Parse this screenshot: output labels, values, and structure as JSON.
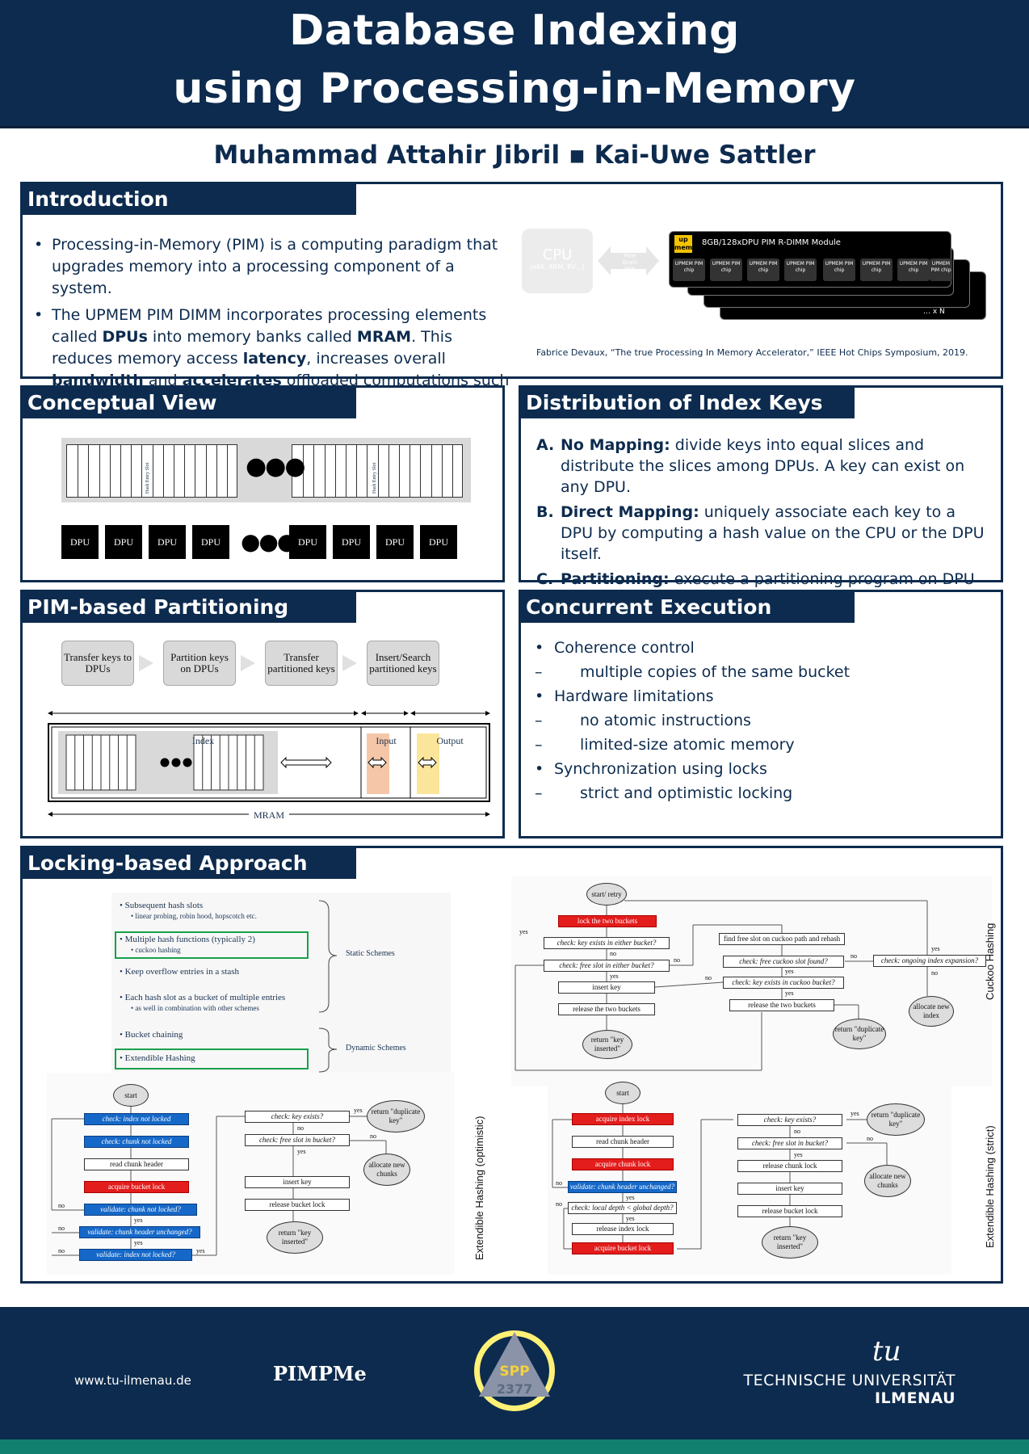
{
  "header": {
    "title_line1": "Database Indexing",
    "title_line2": "using Processing-in-Memory"
  },
  "authors": "Muhammad Attahir Jibril ▪ Kai-Uwe Sattler",
  "intro": {
    "title": "Introduction",
    "bullet1": "Processing-in-Memory (PIM) is a computing paradigm that upgrades memory into a processing component of a system.",
    "bullet2_a": "The UPMEM PIM DIMM incorporates processing elements called ",
    "bullet2_dpus": "DPUs",
    "bullet2_b": " into memory banks called ",
    "bullet2_mram": "MRAM",
    "bullet2_c": ". This reduces memory access ",
    "bullet2_latency": "latency",
    "bullet2_d": ", increases overall ",
    "bullet2_bandwidth": "bandwidth",
    "bullet2_e": " and ",
    "bullet2_accel": "accelerates",
    "bullet2_f": " offloaded computations such as database index operations.",
    "fig_cpu": "CPU",
    "fig_cpu_sub": "(x86, ARM, RV…)",
    "fig_link": "Fine Grain link",
    "fig_logo_top": "up",
    "fig_logo_bottom": "mem",
    "fig_module": "8GB/128xDPU PIM R-DIMM Module",
    "fig_chip": "UPMEM PIM chip",
    "fig_xn": "… x N",
    "citation": "Fabrice Devaux, “The true Processing In Memory Accelerator,” IEEE Hot Chips Symposium, 2019."
  },
  "conceptual": {
    "title": "Conceptual View",
    "slot_label": "Hash Entry Slot",
    "dpu": "DPU"
  },
  "distribution": {
    "title": "Distribution of Index Keys",
    "items": [
      {
        "letter": "A.",
        "head": "No Mapping:",
        "text": " divide keys into equal slices and distribute the slices among DPUs. A key can exist on any DPU."
      },
      {
        "letter": "B.",
        "head": "Direct Mapping:",
        "text": " uniquely associate each key to a DPU by computing a hash value on the CPU or the DPU itself."
      },
      {
        "letter": "C.",
        "head": "Partitioning:",
        "text": " execute a partitioning program on DPU and transfer each partition to a DPU."
      }
    ]
  },
  "partitioning": {
    "title": "PIM-based Partitioning",
    "steps": [
      "Transfer keys to DPUs",
      "Partition keys on DPUs",
      "Transfer partitioned keys",
      "Insert/Search partitioned keys"
    ],
    "index": "Index",
    "input": "Input",
    "output": "Output",
    "mram": "MRAM"
  },
  "concurrent": {
    "title": "Concurrent Execution",
    "items": [
      {
        "mark": "•",
        "text": "Coherence control",
        "sub": false
      },
      {
        "mark": "–",
        "text": "multiple copies of the same bucket",
        "sub": true
      },
      {
        "mark": "•",
        "text": "Hardware limitations",
        "sub": false
      },
      {
        "mark": "–",
        "text": "no atomic instructions",
        "sub": true
      },
      {
        "mark": "–",
        "text": "limited-size atomic memory",
        "sub": true
      },
      {
        "mark": "•",
        "text": "Synchronization using locks",
        "sub": false
      },
      {
        "mark": "–",
        "text": "strict and optimistic locking",
        "sub": true
      }
    ]
  },
  "locking": {
    "title": "Locking-based Approach",
    "schemes": {
      "s1": "Subsequent hash slots",
      "s1sub": "linear probing, robin hood, hopscotch etc.",
      "s2": "Multiple hash functions (typically 2)",
      "s2sub": "cuckoo hashing",
      "s3": "Keep overflow entries in a stash",
      "s4": "Each hash slot as a bucket of multiple entries",
      "s4sub": "as well in combination with other schemes",
      "s5": "Bucket chaining",
      "s6": "Extendible Hashing",
      "static": "Static Schemes",
      "dynamic": "Dynamic Schemes"
    },
    "cuckoo": {
      "label": "Cuckoo Hashing",
      "start": "start/ retry",
      "lock": "lock the two buckets",
      "c1": "check: key exists in either bucket?",
      "c2": "check: free slot in either bucket?",
      "ins": "insert key",
      "rel": "release the two buckets",
      "ret": "return \"key inserted\"",
      "find": "find free slot on cuckoo path and rehash",
      "c3": "check: free cuckoo slot found?",
      "c4": "check: key exists in cuckoo bucket?",
      "rel2": "release the two buckets",
      "ret2": "return \"duplicate key\"",
      "c5": "check: ongoing index expansion?",
      "alloc": "allocate new index",
      "yes": "yes",
      "no": "no"
    },
    "opt": {
      "label": "Extendible Hashing (optimistic)",
      "start": "start",
      "v1": "check: index not locked",
      "v2": "check: chunk not locked",
      "read": "read chunk header",
      "acq": "acquire bucket lock",
      "v3": "validate: chunk not locked?",
      "v4": "validate: chunk header unchanged?",
      "v5": "validate: index not locked?",
      "k1": "check: key exists?",
      "k2": "check: free slot in bucket?",
      "ins": "insert key",
      "rel": "release bucket lock",
      "ret": "return \"key inserted\"",
      "dup": "return \"duplicate key\"",
      "alloc": "allocate new chunks",
      "yes": "yes",
      "no": "no"
    },
    "strict": {
      "label": "Extendible Hashing (strict)",
      "start": "start",
      "acqi": "acquire index lock",
      "read": "read chunk header",
      "acqc": "acquire chunk lock",
      "val": "validate: chunk header unchanged?",
      "depth": "check: local depth < global depth?",
      "reli": "release index lock",
      "acqb": "acquire bucket lock",
      "k1": "check: key exists?",
      "k2": "check: free slot in bucket?",
      "relc": "release chunk lock",
      "ins": "insert key",
      "relb": "release bucket lock",
      "ret": "return \"key inserted\"",
      "dup": "return \"duplicate key\"",
      "alloc": "allocate new chunks",
      "yes": "yes",
      "no": "no"
    }
  },
  "footer": {
    "url": "www.tu-ilmenau.de",
    "pimpme": "PIMPMe",
    "spp": "SPP",
    "spp_num": "2377",
    "uni_line1": "TECHNISCHE UNIVERSITÄT",
    "uni_line2": "ILMENAU",
    "uni_mark": "tu"
  },
  "colors": {
    "navy": "#0d2b4e",
    "teal": "#12806f",
    "red": "#e31c1c",
    "blue": "#1568c8",
    "green": "#19a04b"
  }
}
